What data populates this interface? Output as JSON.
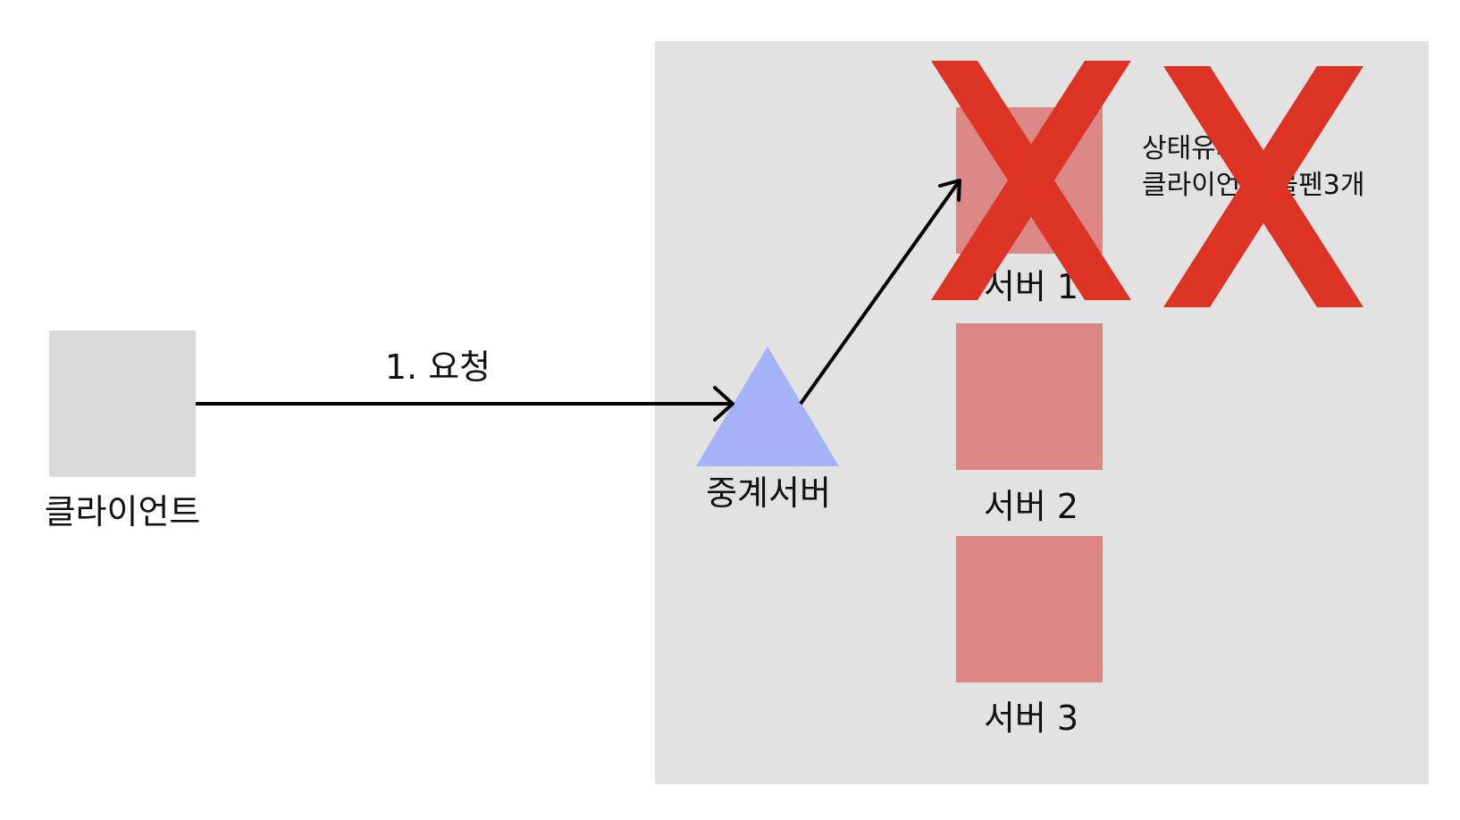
{
  "client": {
    "label": "클라이언트"
  },
  "request": {
    "label": "1. 요청"
  },
  "proxy": {
    "label": "중계서버"
  },
  "servers": [
    {
      "label": "서버 1"
    },
    {
      "label": "서버 2"
    },
    {
      "label": "서버 3"
    }
  ],
  "note": {
    "line1": "상태유지",
    "line2": "클라이언트 볼펜3개"
  },
  "colors": {
    "datacenter": "#e2e2e2",
    "client": "#d9d9d9",
    "proxy": "#a4b3f7",
    "server": "#da8785",
    "cross": "#dd3324",
    "arrow": "#000000"
  }
}
